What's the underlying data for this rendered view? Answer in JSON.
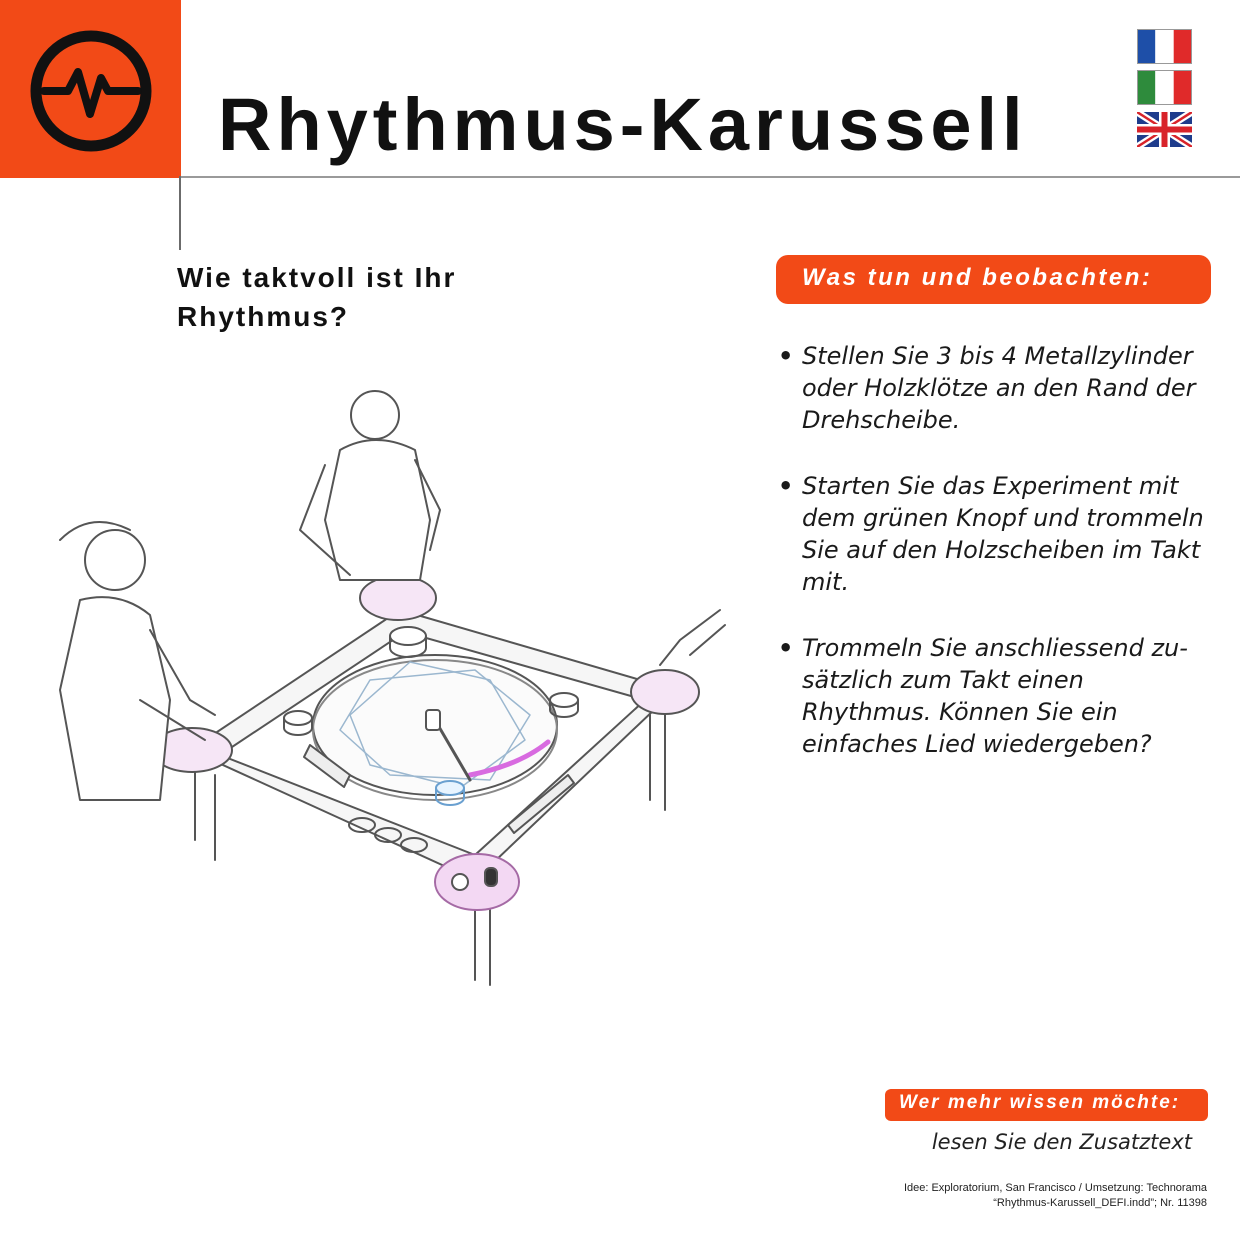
{
  "header": {
    "title": "Rhythmus-Karussell",
    "logo_icon": "heartbeat-pulse-icon",
    "accent_color": "#f24a17"
  },
  "languages": [
    {
      "code": "fr",
      "label": "Français",
      "icon": "flag-france-icon"
    },
    {
      "code": "it",
      "label": "Italiano",
      "icon": "flag-italy-icon"
    },
    {
      "code": "en",
      "label": "English",
      "icon": "flag-uk-icon"
    }
  ],
  "intro": {
    "line1": "Wie taktvoll ist Ihr",
    "line2": "Rhythmus?"
  },
  "instructions": {
    "heading": "Was tun und beobachten:",
    "items": [
      "Stellen Sie 3 bis 4 Metallzylinder oder Holzklötze an den Rand der Drehscheibe.",
      "Starten Sie das Experiment mit dem grünen Knopf und trommeln Sie auf den Holzscheiben im Takt mit.",
      "Trommeln Sie anschliessend zu-sätzlich zum Takt einen Rhythmus. Können Sie ein einfaches Lied wiedergeben?"
    ]
  },
  "more_info": {
    "heading": "Wer mehr wissen möchte:",
    "text": "lesen Sie den Zusatztext"
  },
  "credits": {
    "line1": "Idee: Exploratorium, San Francisco / Umsetzung: Technorama",
    "line2": "“Rhythmus-Karussell_DEFI.indd”; Nr. 11398"
  }
}
